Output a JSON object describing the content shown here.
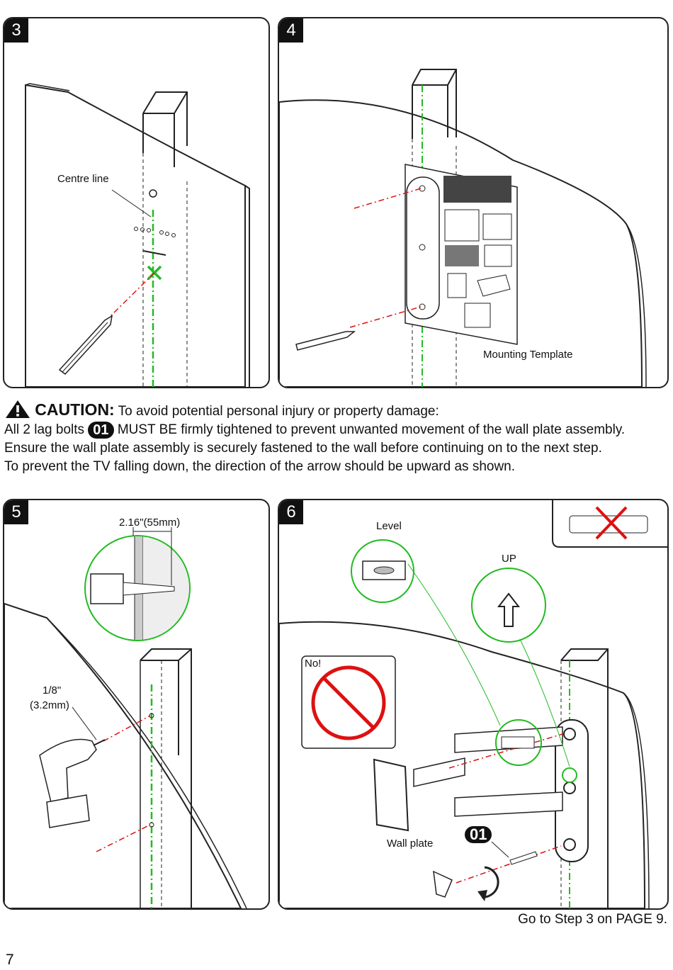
{
  "steps": [
    {
      "number": "3",
      "labels": {
        "centre_line": "Centre line"
      }
    },
    {
      "number": "4",
      "labels": {
        "mounting_template": "Mounting Template"
      }
    },
    {
      "number": "5",
      "labels": {
        "depth": "2.16\"(55mm)",
        "drill_size_line1": "1/8\"",
        "drill_size_line2": "(3.2mm)"
      }
    },
    {
      "number": "6",
      "labels": {
        "level": "Level",
        "up": "UP",
        "no": "No!",
        "wall_plate": "Wall plate",
        "part": "01"
      }
    }
  ],
  "caution": {
    "heading": "CAUTION:",
    "intro": "To avoid potential personal injury or property damage:",
    "line1_before": "All 2 lag bolts",
    "part_badge": "01",
    "line1_after": "MUST BE firmly tightened to prevent unwanted movement of the wall plate assembly. Ensure the wall plate assembly is securely fastened to the wall before continuing on to the next step.",
    "line2": "To prevent the TV falling down, the direction of the arrow should be upward as shown."
  },
  "footer_note": "Go to Step 3 on PAGE 9.",
  "page_number": "7",
  "colors": {
    "outline": "#222222",
    "guide_green": "#22bb22",
    "mark_red": "#dd1111",
    "badge_black": "#111111"
  }
}
